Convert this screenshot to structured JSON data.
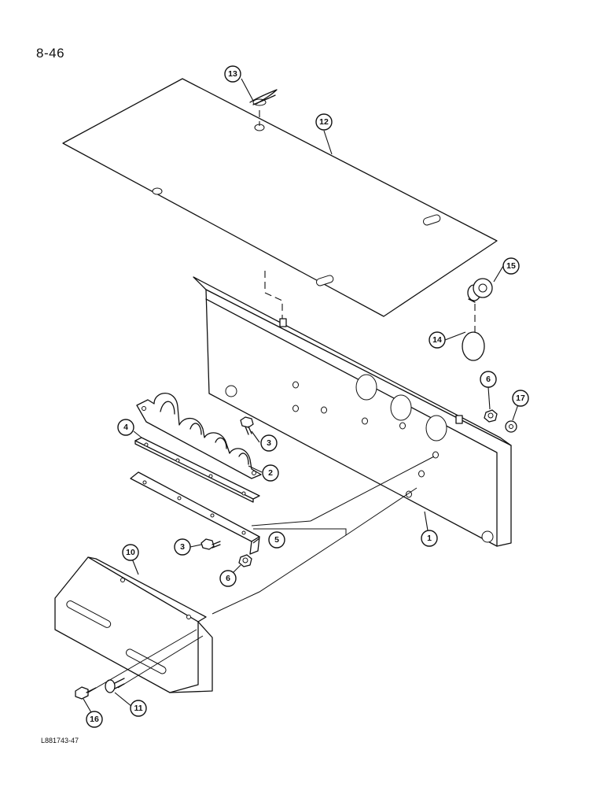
{
  "page": {
    "number": "8-46",
    "figure_code": "L881743-47"
  },
  "callouts": [
    {
      "id": "c1",
      "label": "1"
    },
    {
      "id": "c2",
      "label": "2"
    },
    {
      "id": "c3a",
      "label": "3"
    },
    {
      "id": "c3b",
      "label": "3"
    },
    {
      "id": "c4",
      "label": "4"
    },
    {
      "id": "c5",
      "label": "5"
    },
    {
      "id": "c6a",
      "label": "6"
    },
    {
      "id": "c6b",
      "label": "6"
    },
    {
      "id": "c10",
      "label": "10"
    },
    {
      "id": "c11",
      "label": "11"
    },
    {
      "id": "c12",
      "label": "12"
    },
    {
      "id": "c13",
      "label": "13"
    },
    {
      "id": "c14",
      "label": "14"
    },
    {
      "id": "c15",
      "label": "15"
    },
    {
      "id": "c16",
      "label": "16"
    },
    {
      "id": "c17",
      "label": "17"
    }
  ]
}
